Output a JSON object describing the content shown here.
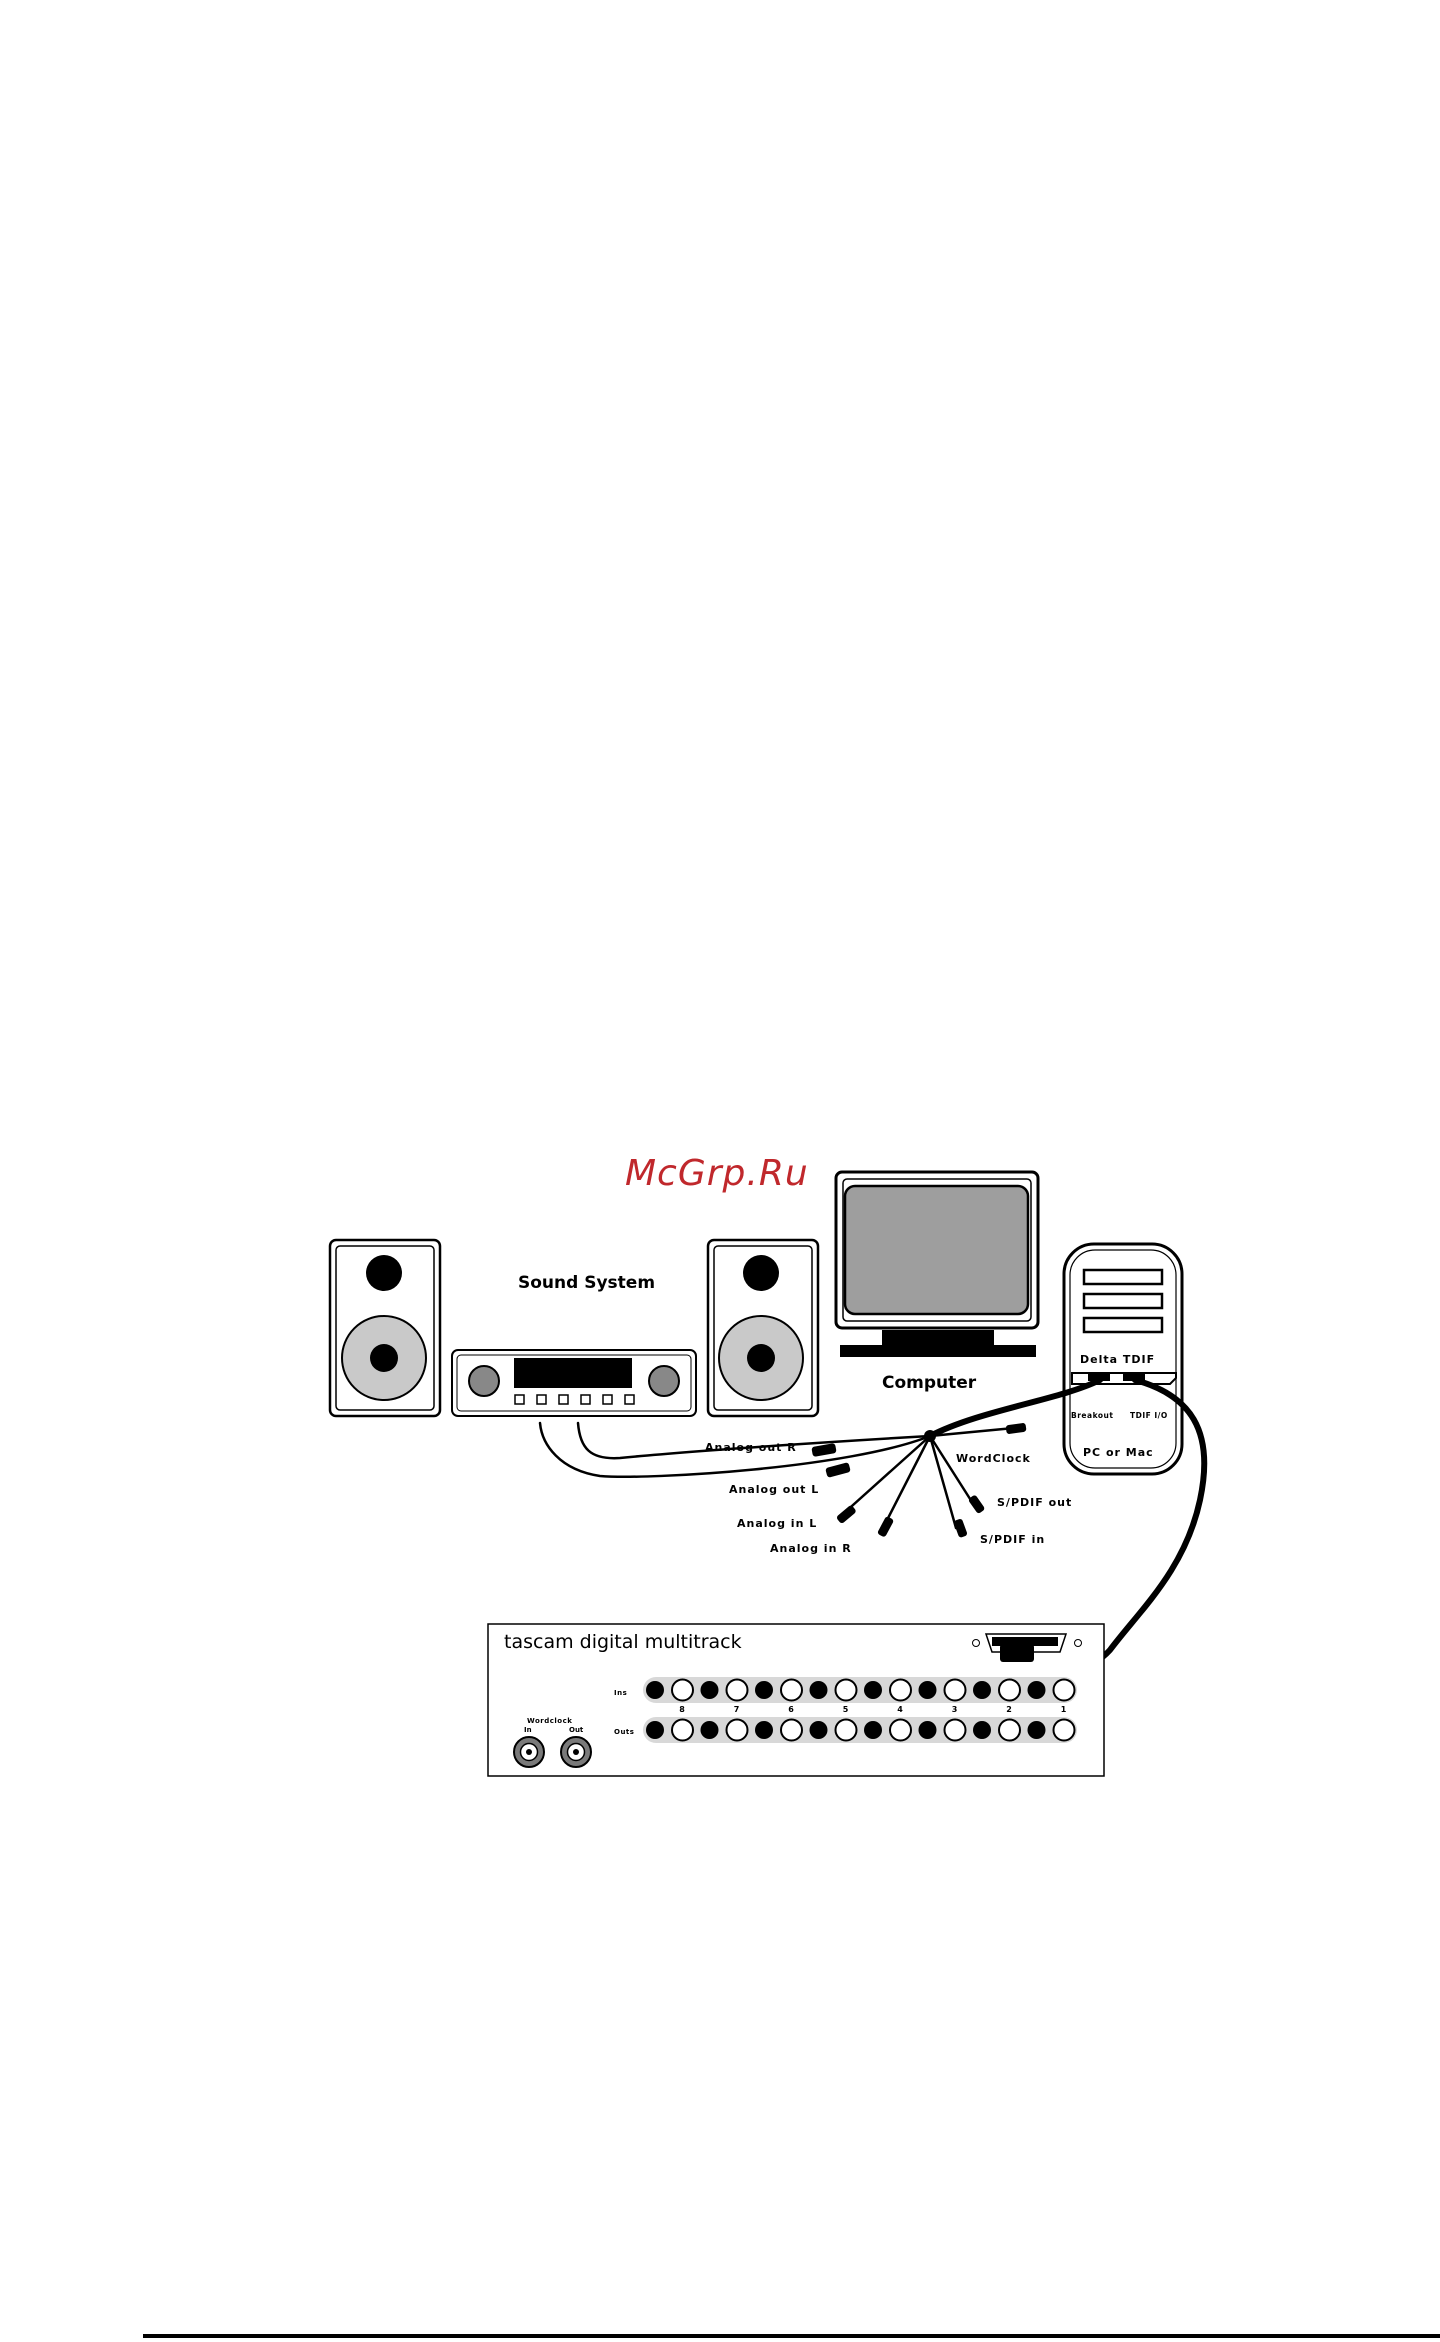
{
  "watermark": "McGrp.Ru",
  "sound_system": {
    "label": "Sound System"
  },
  "computer": {
    "label": "Computer"
  },
  "pc_tower": {
    "card_label": "Delta TDIF",
    "port_breakout": "Breakout",
    "port_tdif": "TDIF I/O",
    "platform": "PC or Mac"
  },
  "cable_labels": {
    "analog_out_r": "Analog out R",
    "analog_out_l": "Analog out L",
    "analog_in_l": "Analog in L",
    "analog_in_r": "Analog in R",
    "wordclock": "WordClock",
    "spdif_out": "S/PDIF out",
    "spdif_in": "S/PDIF in"
  },
  "multitrack": {
    "label": "tascam digital multitrack",
    "ins_label": "Ins",
    "outs_label": "Outs",
    "wordclock_label": "Wordclock",
    "wc_in": "In",
    "wc_out": "Out",
    "channels": [
      "8",
      "7",
      "6",
      "5",
      "4",
      "3",
      "2",
      "1"
    ]
  }
}
